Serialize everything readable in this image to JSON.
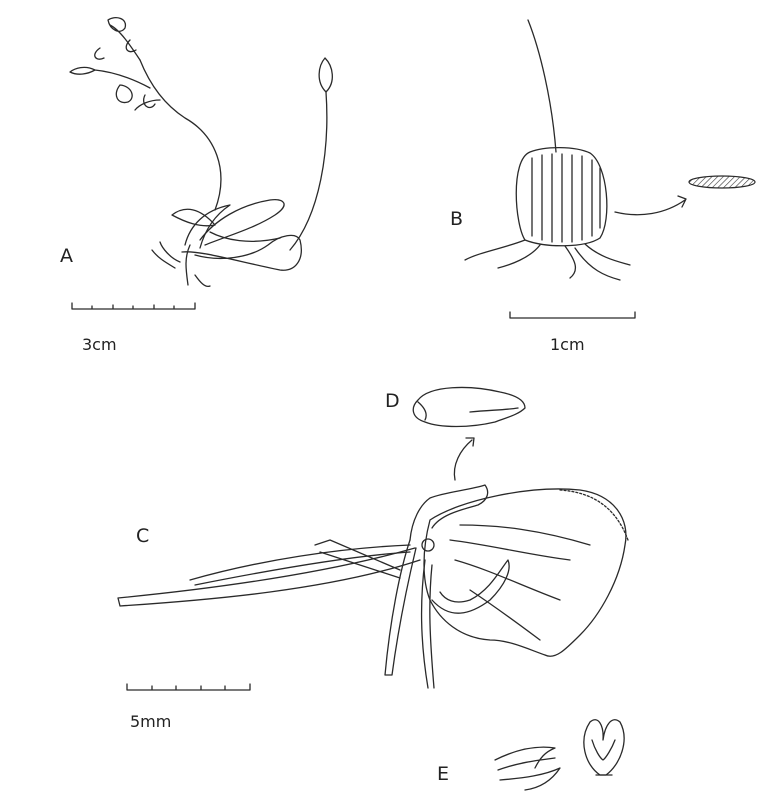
{
  "figure": {
    "panels": {
      "a": {
        "label": "A",
        "scale": "3cm"
      },
      "b": {
        "label": "B",
        "scale": "1cm"
      },
      "c": {
        "label": "C",
        "scale": "5mm"
      },
      "d": {
        "label": "D"
      },
      "e": {
        "label": "E"
      }
    },
    "ink_color": "#2a2a2a"
  }
}
